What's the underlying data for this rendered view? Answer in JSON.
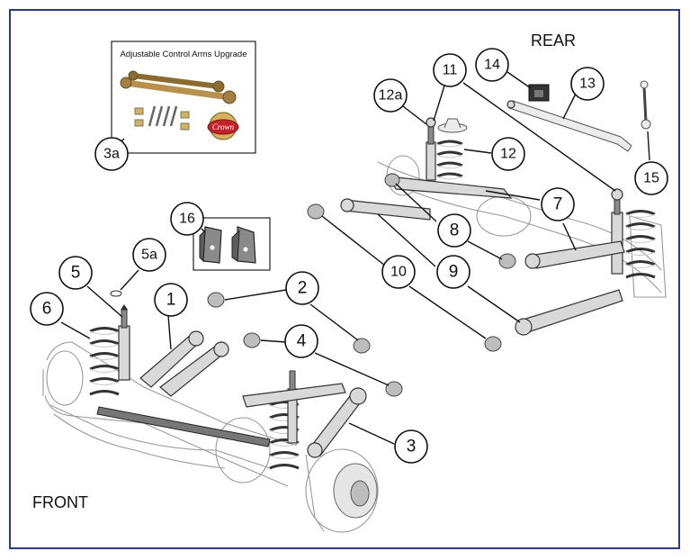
{
  "labels": {
    "rear": "REAR",
    "front": "FRONT",
    "inset_title": "Adjustable Control Arms Upgrade",
    "brand": "Crown"
  },
  "callouts": [
    "1",
    "2",
    "3",
    "3a",
    "4",
    "5",
    "5a",
    "6",
    "7",
    "8",
    "9",
    "10",
    "11",
    "12",
    "12a",
    "13",
    "14",
    "15",
    "16"
  ],
  "colors": {
    "frame": "#2b3a8f",
    "brand_red": "#c8202a",
    "brand_gold": "#d6b25a",
    "part_fill": "#d9d9d9",
    "outline": "#111111"
  }
}
